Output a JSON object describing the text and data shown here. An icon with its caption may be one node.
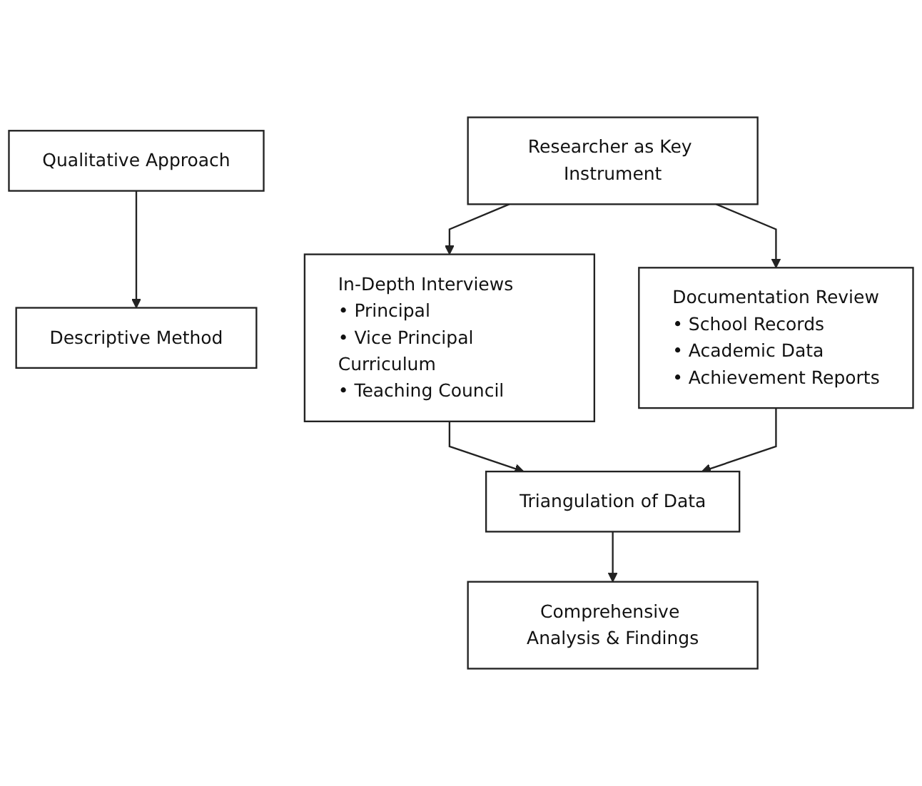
{
  "diagram": {
    "nodes": [
      {
        "text": [
          "Qualitative Approach"
        ]
      },
      {
        "text": [
          "Descriptive Method"
        ]
      },
      {
        "text": [
          "Researcher as Key Instrument"
        ]
      },
      {
        "text": [
          "In-Depth Interviews",
          "• Principal",
          "• Vice Principal Curriculum",
          "• Teaching Council"
        ]
      },
      {
        "text": [
          "Documentation Review",
          "• School Records",
          "• Academic Data",
          "• Achievement Reports"
        ]
      },
      {
        "text": [
          "Triangulation of Data"
        ]
      },
      {
        "text": [
          "Comprehensive Analysis & Findings"
        ]
      }
    ],
    "edges": [
      {
        "from": 0,
        "to": 1,
        "arrow": "to"
      },
      {
        "from": 2,
        "to": 3,
        "arrow": "to"
      },
      {
        "from": 2,
        "to": 4,
        "arrow": "to"
      },
      {
        "from": 3,
        "to": 5,
        "arrow": "to"
      },
      {
        "from": 4,
        "to": 5,
        "arrow": "to"
      },
      {
        "from": 5,
        "to": 6,
        "arrow": "to"
      }
    ]
  }
}
